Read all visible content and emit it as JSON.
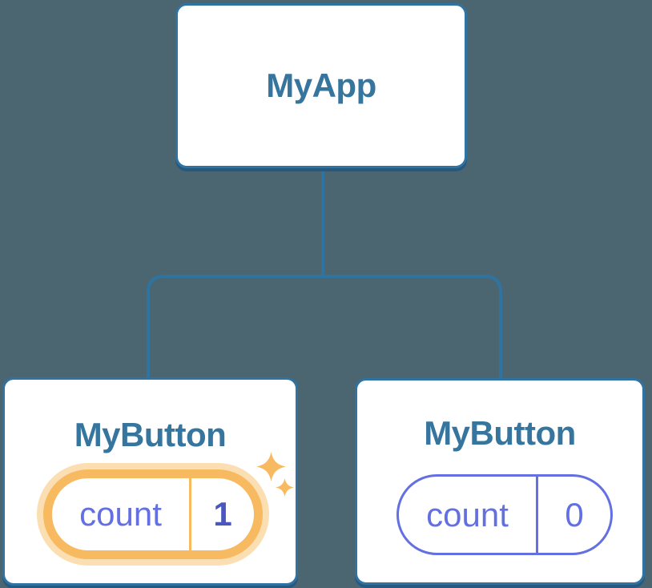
{
  "diagram": {
    "type": "component-tree",
    "background_color": "#4C6671",
    "connector_color": "#2F73A0",
    "card_border_color": "#2E73A2",
    "node_label_color": "#36759E",
    "nodes": {
      "root": {
        "label": "MyApp"
      },
      "child_left": {
        "label": "MyButton",
        "state_key": "count",
        "state_value": "1",
        "highlighted": true,
        "highlight_color": "#F7BA60",
        "highlight_glow_color": "#FBDFB2",
        "state_key_color": "#6470E2",
        "state_value_color": "#4A57BE",
        "icons": [
          "sparkle-large-icon",
          "sparkle-small-icon"
        ]
      },
      "child_right": {
        "label": "MyButton",
        "state_key": "count",
        "state_value": "0",
        "highlighted": false,
        "pill_color": "#6470E2"
      }
    }
  }
}
